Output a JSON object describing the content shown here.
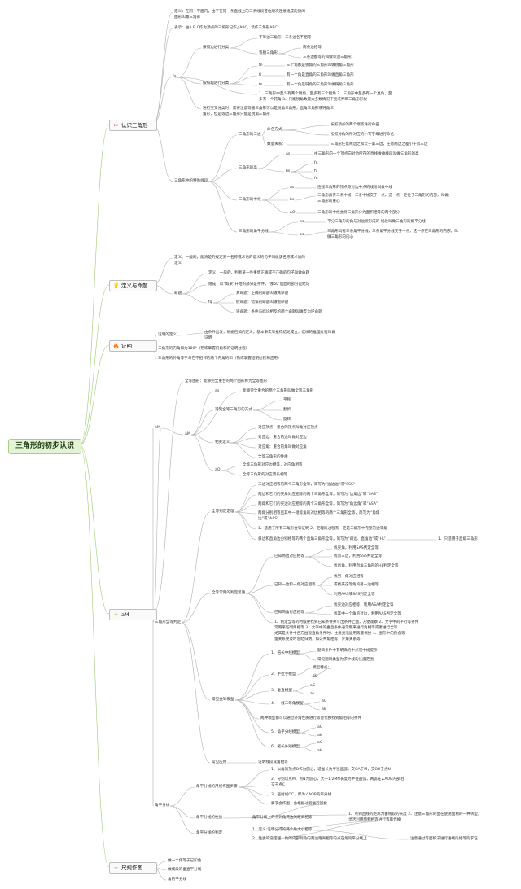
{
  "root": "三角形的初步认识",
  "branches": [
    {
      "label": "认识三角形",
      "icon": "✂",
      "icon_name": "scissors-icon",
      "icon_color": "#d04030"
    },
    {
      "label": "定义与命题",
      "icon": "💡",
      "icon_name": "lightbulb-icon",
      "icon_color": "#e0a020"
    },
    {
      "label": "证明",
      "icon": "🔥",
      "icon_name": "fire-icon",
      "icon_color": "#e04020"
    },
    {
      "label": "aM",
      "icon": "☀",
      "icon_name": "sun-icon",
      "icon_color": "#e0b020"
    },
    {
      "label": "尺规作图",
      "icon": "☆",
      "icon_name": "star-icon",
      "icon_color": "#3070c0"
    }
  ],
  "nodes": [
    "定义：在同一平面内，由不在同一条直线上的三条线段首位顺次连接组成的封闭",
    "图形叫做三角形",
    "表示：由A B C作为顶点的三角形记作△ABC，读作三角形ABC",
    "fq",
    "按照边进行分类",
    "不等边三角形：三条边各不相等",
    "等腰三角形",
    "两条边相等",
    "三条边都等的叫做等边三角形",
    "按照角进行分类",
    "fn",
    "三个角都是锐角的三角形叫做锐角三角形",
    "fi",
    "有一个角是直角的三角形叫做直角三角形",
    "fn",
    "有一个角是钝角的三角形叫做钝角三角形",
    "1、三角形中至少有两个锐角，至多有三个锐角 2、三角形中至多有一个直角，至",
    "多有一个钝角 3、只能锐角数最大多数情况下无法判断三角形形状",
    "进行交叉分类时，需要注意等腰三角形可以是锐角三角形，直角三角形或钝角三",
    "角形，但是等边三角形只能是锐角三角形",
    "三角形中的特殊线段",
    "三角形的三边",
    "命名方式",
    "按照顶点的两个端点进行命名",
    "按照对角的所对应的小写字母进行命名",
    "数量关系：",
    "三角形任意两边之和大于第三边，任意两边之差小于第三边",
    "三角形的高",
    "as",
    "由三角形的一个顶点向对边所在的直线做垂线段叫做三角形的高",
    "bs",
    "fn",
    "fi",
    "fn",
    "三角形的中线",
    "as",
    "连接三角形的顶点与对边中点的线段叫做中线",
    "bs",
    "三角形具有三条中线，三条中线交于一点，这一点一定位于三角形的内部，叫做",
    "三角形的重心",
    "aO",
    "三角形的中线会将三角形分为面积相等的两个部分",
    "三角形的角平分线",
    "as",
    "平分三角形的角与对边所形成的 线段叫做三角形的角平分线",
    "bs",
    "三角形具有三条角平分线，三条角平分线交于一点，这一点在三角形的内部，叫",
    "做三角形的内心",
    "定义：一般的，能清楚的规定某一名称或术语的意义的句子叫做该名称或术语的",
    "定义",
    "命题",
    "定义：一般的，判断某一件事情正确或不正确的句子叫做命题",
    "组成：以“如果”开始的部分是条件，“那么”后面的部分是结论",
    "fq",
    "真命题：正确的命题叫做真命题",
    "假命题：错误的命题叫做假命题",
    "逆命题：条件与结论相反的两个命题叫做互为逆命题",
    "证明的定义",
    "由条件出发，根据已知的定义，基本事实等推得结论成立，这样的推理过程叫做",
    "证明",
    "三角形的内角和为180°（熟练掌握内角和的证明过程）",
    "三角形的外角等于与它不相邻的两个内角的和（熟练掌握证明过程和应用）",
    "全等图形：能够完全重合的两个图形称为全等图形",
    "aM",
    "aM",
    "as",
    "能够完全重合的两个三角形叫做全等三角形",
    "得到全等三角形的方式",
    "平移",
    "翻折",
    "旋转",
    "相关定义",
    "对应顶点：重合的顶点叫做对应顶点",
    "对应边：重合的边叫做对应边",
    "对应角：重合的角叫做对应角",
    "全等三角形的性质",
    "aO",
    "全等三角形对应边相等，对应角相等",
    "全等三角形的对应周长相等",
    "三角形全等判定",
    "全等判定定理",
    "三边对应相等的两个三角形全等，简写为“边边边”或“SSS”",
    "两边和它们的夹角对应相等的两个三角形全等，简写为“边角边”或“SAS”",
    "两角和它们的夹边对应相等的两个三角形全等，简写为“角边角”或“ASA”",
    "两角分别相等且其中一组等角的对边相等的两个三角形全等，简写为“角角",
    "边”或“AAS”",
    "1、适用于所有三角形全等证明 2、定理的过程有一定是三角形中完整的边或角",
    "斜边和直角边分别相等的两个直角三角形全等，简写为“斜边、直角边”或“HL”",
    "1、只适用于直角三角形",
    "全等常用的判定思路",
    "已知两边对应相等",
    "找夹角，利用SAS判定全等",
    "找第三边，利用SSS判定全等",
    "找直角，利用直角三角形的HL判定全等",
    "已知一边和一角对应相等",
    "找另一角对应相等",
    "或找夹这等角的另一边相等",
    "利用AAS或SAS判定全等",
    "已知两角对应相等",
    "找夹边对应相等，利用ASA判定全等",
    "找其中一个角的对边，利用AAS判定全等",
    "1、判定全等的时候要找到已知条件并写出条件上面，方便观察 2、文字中的平行等条件",
    "常用来证明角相等 3、文字中的垂直条件通常用来进行角相等或者进行全等",
    "尤其是条件中各方出现直角条件时，注意灵活运用等量代换 4、图形中的隐含等",
    "量关系要及时总结归纳，如公共角相等，外角关系等",
    "常见全等模型",
    "1、倍长中线模型",
    "题目条件中有明确的中点或中线提示",
    "常见题目类型为求中线的长度范围",
    "2、手拉手模型",
    "模型特点：",
    "sk",
    "3、垂直模型",
    "aG",
    "ak",
    "4、一线三等角模型",
    "aG",
    "ak",
    "两种模型都可以通过外角性质进行等量代换找到角相等的条件",
    "5、角平分线模型",
    "aG",
    "ak",
    "6、截长补短模型",
    "aG",
    "ak",
    "常见应用",
    "证明线段或角相等",
    "角平分线",
    "角平分线的尺规作图步骤",
    "1、以角的顶点O作为圆心，适当长为半径画弧，交OA于M，交OB于点N",
    "2、分别以点M、点N为圆心，大于1/2MN长度为半径画弧，两弧在∠AOB内部相",
    "交于点C",
    "3、画射线OC，即为∠AOB的平分线",
    "要求会作图，会根据过程进行辨析",
    "角平分线的性质",
    "角平分线上的点到角两边的距离相等",
    "1、点到直线的距离为垂线段的长度 2、注意三角形的面在使用面积的一种转型，",
    "灵活利用面积相等进行等量代换",
    "角平分线的判定",
    "1、定义:证明分得的两个角大小相等",
    "2、性质的逆定理：角的内部到角的两边距离相等的点在角的平分线上",
    "注意通过等面积法进行垂线段相等的求证",
    "做一个角等于已知角",
    "做线段的垂直平分线",
    "角的平分线"
  ]
}
